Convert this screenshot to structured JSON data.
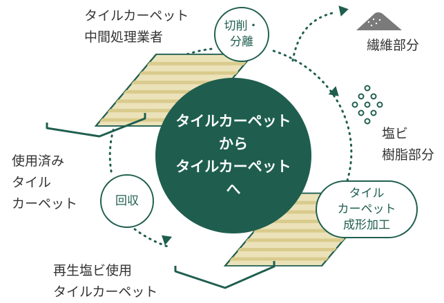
{
  "diagram": {
    "center": [
      "タイルカーペット",
      "から",
      "タイルカーペット",
      "へ"
    ],
    "nodes": {
      "cutting": [
        "切削・",
        "分離"
      ],
      "collection": [
        "回収"
      ],
      "processing": [
        "タイル",
        "カーペット",
        "成形加工"
      ]
    },
    "labels": {
      "processor": [
        "タイルカーペット",
        "中間処理業者"
      ],
      "fiber": [
        "繊維部分"
      ],
      "pvc": [
        "塩ビ",
        "樹脂部分"
      ],
      "used": [
        "使用済み",
        "タイル",
        "カーペット"
      ],
      "recycled": [
        "再生塩ビ使用",
        "タイルカーペット"
      ]
    },
    "colors": {
      "primary": "#1f5e4f",
      "fiber": "#7a7a7a",
      "tile_stripe": "#d9cb8c",
      "tile_base": "#ebe2ba",
      "text": "#333333"
    }
  }
}
